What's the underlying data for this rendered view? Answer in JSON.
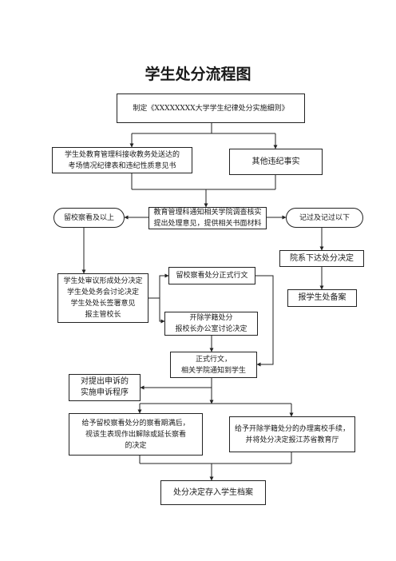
{
  "title": "学生处分流程图",
  "nodes": {
    "formulate": "制定《XXXXXXXX大学学生纪律处分实施细则》",
    "receive_report": "学生处教育管理科接收教务处送达的\n考场情况纪律表和违纪性质意见书",
    "other_violations": "其他违纪事实",
    "notify_investigate": "教育管理科通知相关学院调查核实\n提出处理意见，提供相关书面材料",
    "probation_above": "留校察看及以上",
    "demerit_below": "记过及记过以下",
    "college_decision": "院系下达处分决定",
    "report_record": "报学生处备案",
    "committee_discuss": "学生处审议形成处分决定\n学生处处务会讨论决定\n学生处处长签署意见\n报主管校长",
    "probation_doc": "留校察看处分正式行文",
    "expulsion": "开除学籍处分\n报校长办公室讨论决定",
    "official_doc": "正式行文，\n相关学院通知到学生",
    "appeal": "对提出申诉的\n实施申诉程序",
    "probation_expiry": "给予留校察看处分的察看期满后，\n视该生表现作出解除或延长察看\n的决定",
    "expulsion_procedure": "给予开除学籍处分的办理离校手续，\n并将处分决定报江苏省教育厅",
    "archive": "处分决定存入学生档案"
  }
}
